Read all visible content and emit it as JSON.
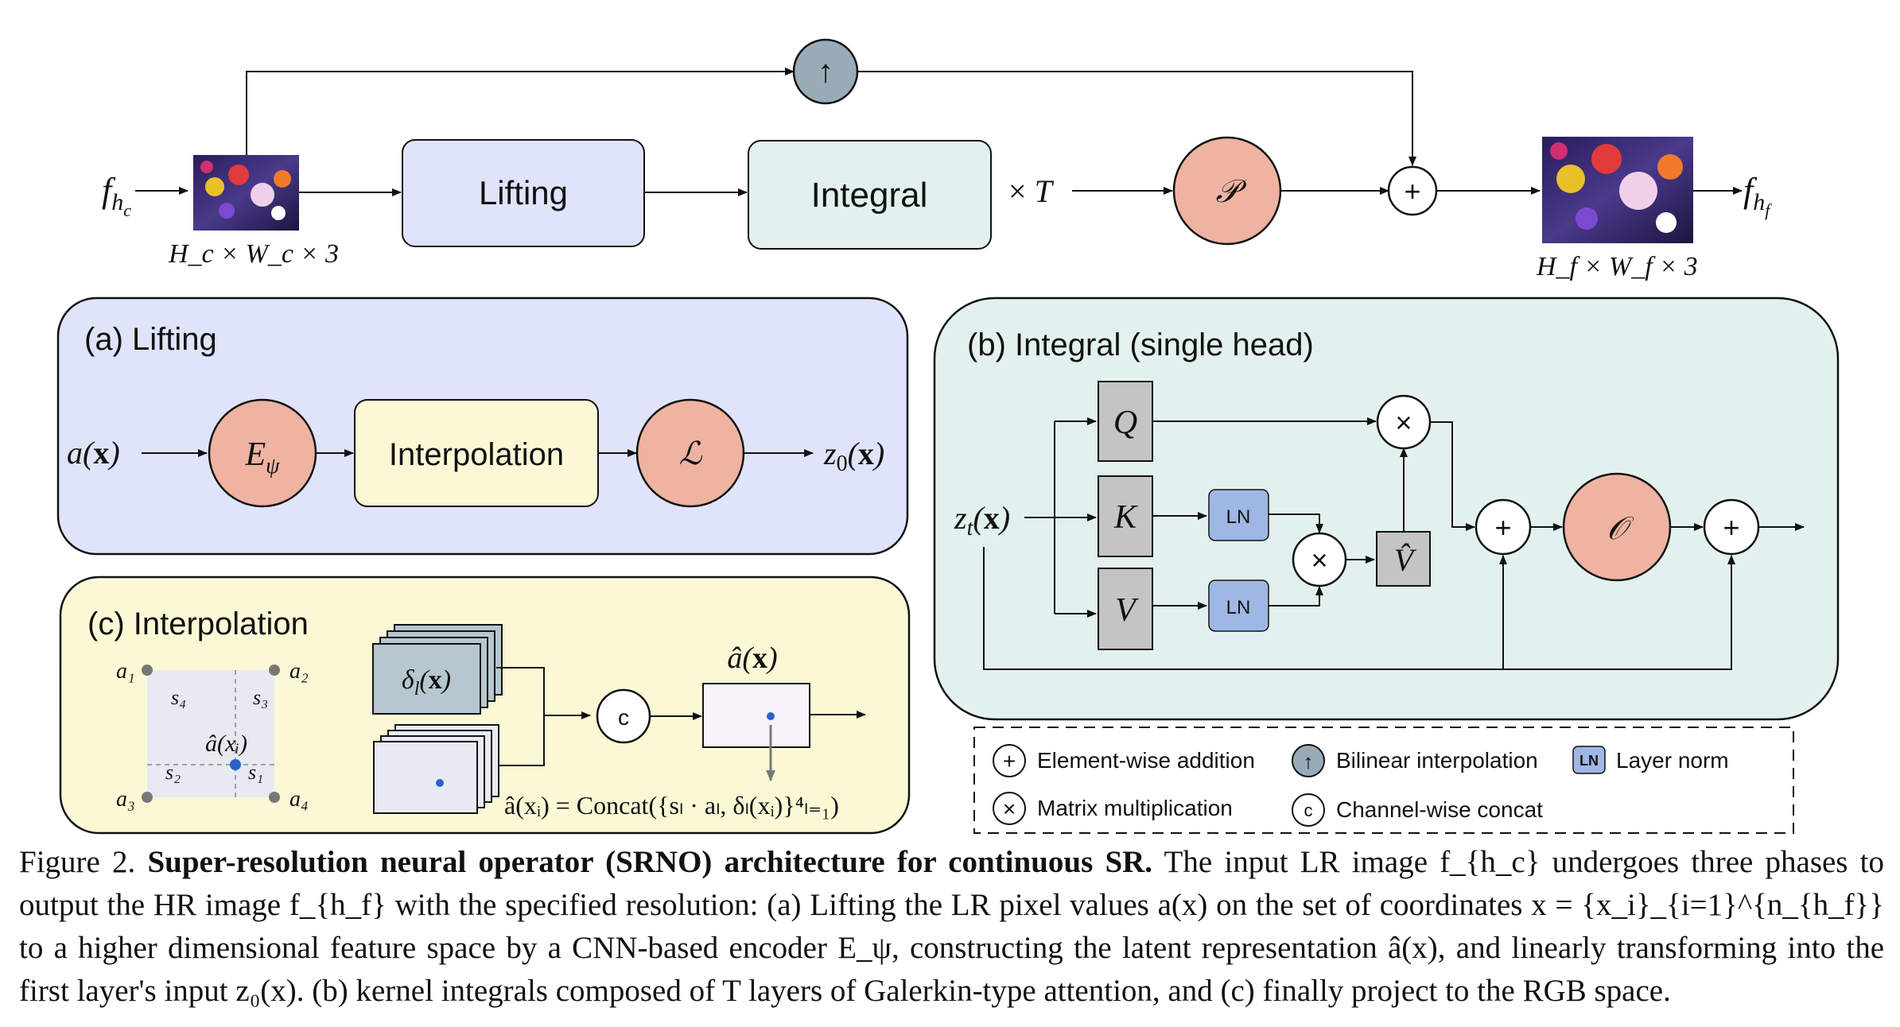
{
  "top": {
    "input_label": "f_{h_c}",
    "input_label_sub": "h",
    "input_label_subsub": "c",
    "input_dim": "H_c × W_c × 3",
    "lifting": "Lifting",
    "integral": "Integral",
    "times_t": "× T",
    "proj": "𝒫",
    "upsample": "↑",
    "add": "+",
    "output_dim": "H_f × W_f × 3",
    "output_label": "f_{h_f}"
  },
  "lifting_panel": {
    "title": "(a) Lifting",
    "input": "a(x)",
    "encoder": "E_ψ",
    "interp": "Interpolation",
    "lin": "ℒ",
    "output": "z₀(x)"
  },
  "integral_panel": {
    "title": "(b) Integral (single head)",
    "input": "z_t(x)",
    "q": "Q",
    "k": "K",
    "v": "V",
    "ln": "LN",
    "vhat": "V̂",
    "mul": "×",
    "add": "+",
    "out": "𝒪"
  },
  "interp_panel": {
    "title": "(c) Interpolation",
    "a1": "a₁",
    "a2": "a₂",
    "a3": "a₃",
    "a4": "a₄",
    "s1": "s₁",
    "s2": "s₂",
    "s3": "s₃",
    "s4": "s₄",
    "ahat_xi": "â(xᵢ)",
    "delta": "δₗ(x)",
    "concat": "c",
    "ahat_x": "â(x)",
    "formula": "â(xᵢ) = Concat({sₗ · aₗ, δₗ(xᵢ)}⁴ₗ₌₁)"
  },
  "legend": {
    "add": "Element-wise addition",
    "mul": "Matrix multiplication",
    "bilinear": "Bilinear interpolation",
    "concat": "Channel-wise concat",
    "ln": "Layer norm",
    "add_sym": "+",
    "mul_sym": "×",
    "up_sym": "↑",
    "c_sym": "c",
    "ln_sym": "LN"
  },
  "caption": {
    "prefix": "Figure 2. ",
    "bold": "Super-resolution neural operator (SRNO) architecture for continuous SR.",
    "body": " The input LR image f_{h_c} undergoes three phases to output the HR image f_{h_f} with the specified resolution: (a) Lifting the LR pixel values a(x) on the set of coordinates x = {x_i}_{i=1}^{n_{h_f}} to a higher dimensional feature space by a CNN-based encoder E_ψ, constructing the latent representation â(x), and linearly transforming into the first layer's input z₀(x). (b) kernel integrals composed of T layers of Galerkin-type attention, and (c) finally project to the RGB space."
  },
  "colors": {
    "lifting_fill": "#dfe4fb",
    "integral_fill": "#e3f1ee",
    "interp_fill": "#fbf8d6",
    "circle_fill": "#eeb3a1",
    "qkv_fill": "#c4c4c4",
    "ln_fill": "#9fb7e4",
    "up_fill": "#9aabb8"
  }
}
